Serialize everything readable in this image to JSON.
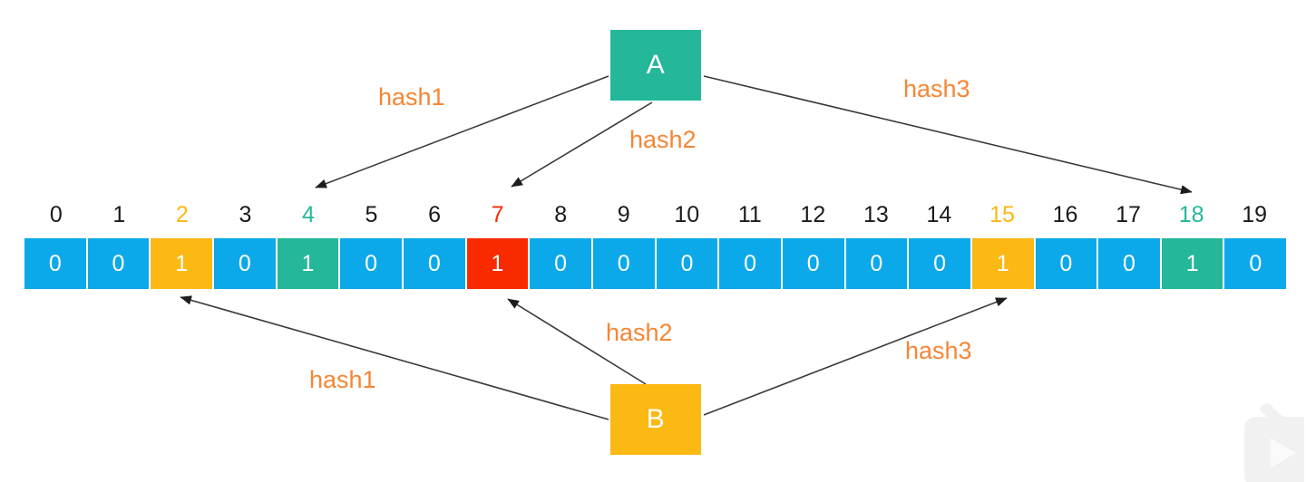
{
  "diagram": {
    "title": "Bloom filter hashing diagram",
    "colors": {
      "blue": "#0CA9EA",
      "orange": "#FCB813",
      "teal": "#24B79A",
      "red": "#FA2A00",
      "hash_label": "#F58634",
      "index_default": "#1a1a1a",
      "arrow": "#3a3a3a"
    }
  },
  "nodes": {
    "a": {
      "label": "A",
      "color": "#24B79A"
    },
    "b": {
      "label": "B",
      "color": "#FCB813"
    }
  },
  "bit_array": {
    "length": 20,
    "indices": [
      "0",
      "1",
      "2",
      "3",
      "4",
      "5",
      "6",
      "7",
      "8",
      "9",
      "10",
      "11",
      "12",
      "13",
      "14",
      "15",
      "16",
      "17",
      "18",
      "19"
    ],
    "index_colors": [
      "default",
      "default",
      "orange",
      "default",
      "teal",
      "default",
      "default",
      "red",
      "default",
      "default",
      "default",
      "default",
      "default",
      "default",
      "default",
      "orange",
      "default",
      "default",
      "teal",
      "default"
    ],
    "values": [
      "0",
      "0",
      "1",
      "0",
      "1",
      "0",
      "0",
      "1",
      "0",
      "0",
      "0",
      "0",
      "0",
      "0",
      "0",
      "1",
      "0",
      "0",
      "1",
      "0"
    ],
    "cell_colors": [
      "blue",
      "blue",
      "orange",
      "blue",
      "teal",
      "blue",
      "blue",
      "red",
      "blue",
      "blue",
      "blue",
      "blue",
      "blue",
      "blue",
      "blue",
      "orange",
      "blue",
      "blue",
      "teal",
      "blue"
    ]
  },
  "edges": {
    "a_hash1": {
      "label": "hash1",
      "target_index": "4"
    },
    "a_hash2": {
      "label": "hash2",
      "target_index": "7"
    },
    "a_hash3": {
      "label": "hash3",
      "target_index": "18"
    },
    "b_hash1": {
      "label": "hash1",
      "target_index": "2"
    },
    "b_hash2": {
      "label": "hash2",
      "target_index": "7"
    },
    "b_hash3": {
      "label": "hash3",
      "target_index": "15"
    }
  },
  "watermark": {
    "icon": "play-button-logo"
  }
}
